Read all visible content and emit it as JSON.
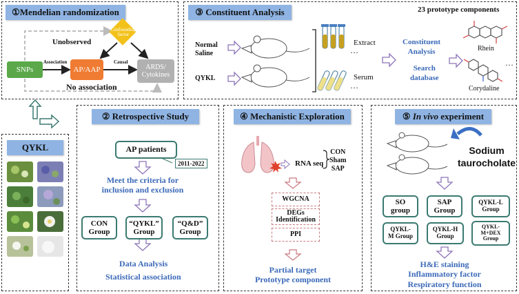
{
  "panel1": {
    "title": "①Mendelian randomization",
    "confounding": "Confounding factor",
    "unobserved": "Unobserved",
    "snps": "SNPs",
    "association": "Association",
    "ap_aap": "AP/AAP",
    "causal": "Causal",
    "ards_line1": "ARDS/",
    "ards_line2": "Cytokines",
    "no_association": "No association"
  },
  "panel3": {
    "title": "③ Constituent Analysis",
    "components": "23 prototype components",
    "normal_saline_line1": "Normal",
    "normal_saline_line2": "Saline",
    "qykl": "QYKL",
    "extract": "Extract",
    "serum": "Serum",
    "ellipsis": "…",
    "analysis_line1": "Constituent",
    "analysis_line2": "Analysis",
    "search_line1": "Search",
    "search_line2": "database",
    "rhein": "Rhein",
    "corydaline": "Corydaline"
  },
  "qykl_panel": {
    "label": "QYKL"
  },
  "panel2": {
    "title": "② Retrospective Study",
    "ap_patients": "AP patients",
    "years": "2011-2022",
    "criteria_line1": "Meet the criteria for",
    "criteria_line2": "inclusion and exclusion",
    "con_group_line1": "CON",
    "con_group_line2": "Group",
    "qykl_group_line1": "“QYKL”",
    "qykl_group_line2": "Group",
    "qd_group_line1": "“Q&D”",
    "qd_group_line2": "Group",
    "data_analysis": "Data Analysis",
    "statistical": "Statistical association"
  },
  "panel4": {
    "title": "④ Mechanistic Exploration",
    "rna_seq": "RNA seq",
    "con": "CON",
    "sham": "Sham",
    "sap": "SAP",
    "wgcna": "WGCNA",
    "degs_line1": "DEGs",
    "degs_line2": "Identification",
    "ppi": "PPI",
    "result_line1": "Partial target",
    "result_line2": "Prototype component"
  },
  "panel5": {
    "title_prefix": "⑤ ",
    "title_italic": "In vivo",
    "title_suffix": " experiment",
    "sodium_line1": "Sodium",
    "sodium_line2": "taurocholate",
    "so_line1": "SO",
    "so_line2": "group",
    "sap_line1": "SAP",
    "sap_line2": "Group",
    "qykl_l_line1": "QYKL-L",
    "qykl_l_line2": "Group",
    "qykl_m_line1": "QYKL-",
    "qykl_m_line2": "M Group",
    "qykl_h_line1": "QYKL-H",
    "qykl_h_line2": "Group",
    "qykl_dex_line1": "QYKL-",
    "qykl_dex_line2": "M+DEX",
    "qykl_dex_line3": "Group",
    "outcome1": "H&E staining",
    "outcome2": "Inflammatory factor",
    "outcome3": "Respiratory function"
  },
  "colors": {
    "panel_title_bg": "#8fb4e3",
    "snps_green": "#5aa84a",
    "ap_orange": "#f07b32",
    "ards_gray": "#b1b1b1",
    "confounding_yellow": "#f2c21b",
    "accent_blue": "#3b69b8",
    "group_border": "#3a7a70",
    "arrow_purple": "#8c74b8"
  }
}
